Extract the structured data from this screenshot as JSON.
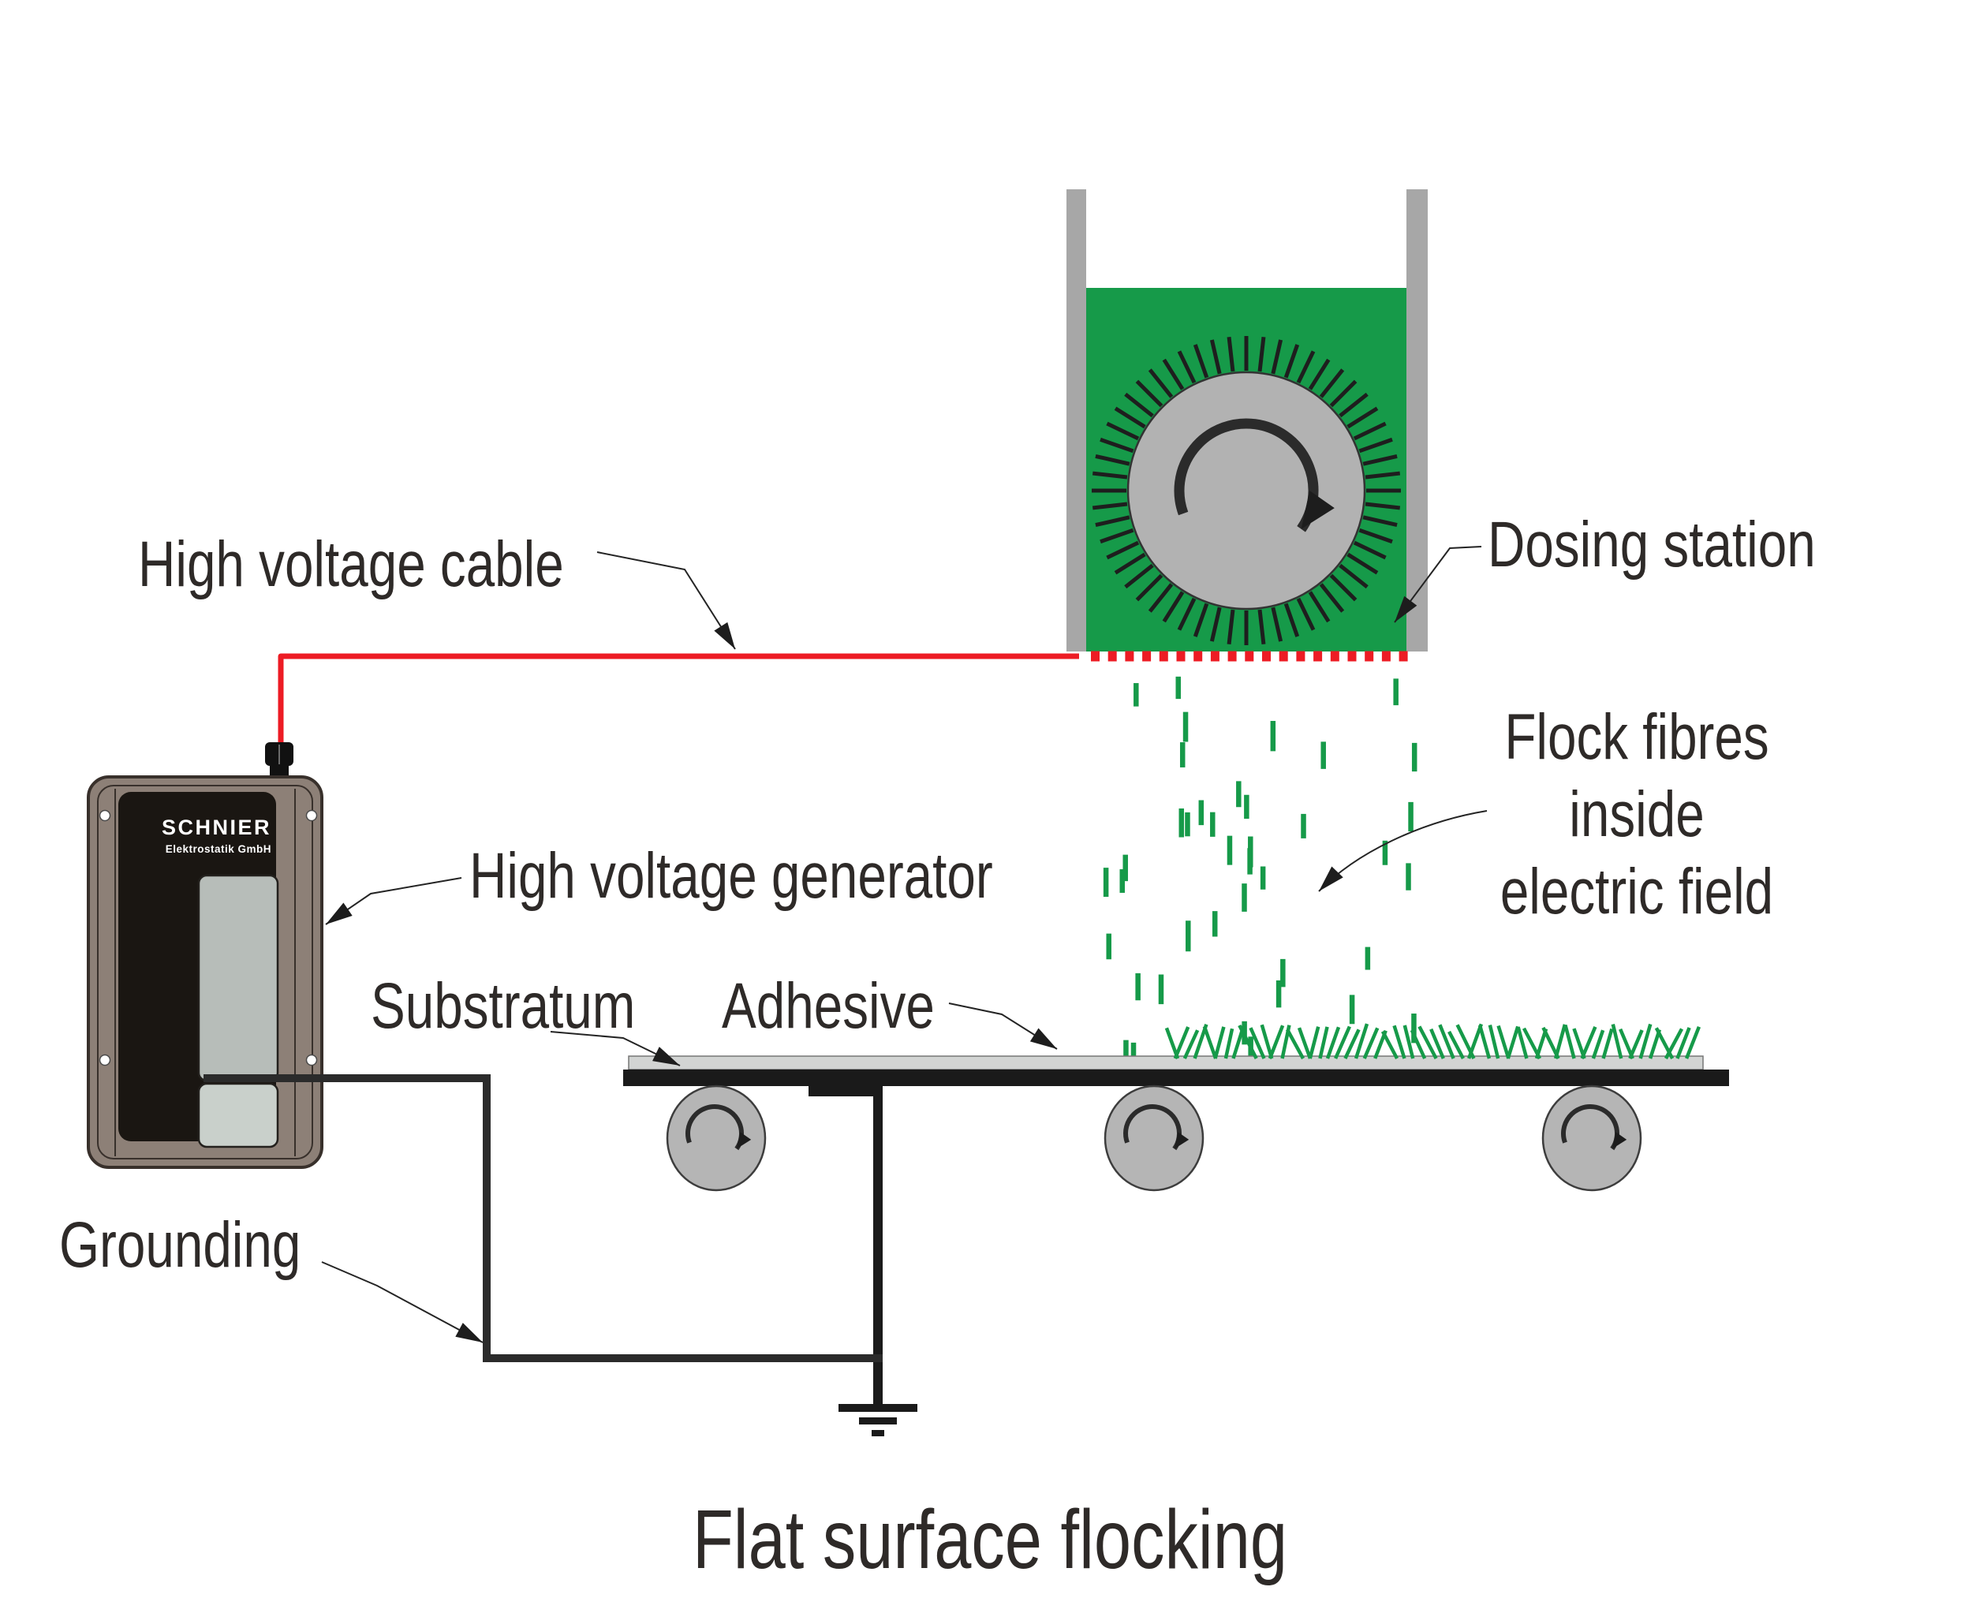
{
  "title": "Flat surface flocking",
  "labels": {
    "high_voltage_cable": "High voltage cable",
    "dosing_station": "Dosing station",
    "flock_fibres_line1": "Flock fibres",
    "flock_fibres_line2": "inside",
    "flock_fibres_line3": "electric field",
    "high_voltage_generator": "High voltage generator",
    "substratum": "Substratum",
    "adhesive": "Adhesive",
    "grounding": "Grounding"
  },
  "device": {
    "brand": "SCHNIER",
    "brand_sub": "Elektrostatik GmbH"
  },
  "colors": {
    "flock_green": "#169a49",
    "cable_red": "#ed1c24",
    "metal_gray": "#a7a7a7",
    "drum_gray": "#b2b2b2",
    "belt_black": "#1a1a1a",
    "wire_black": "#2b2b2b",
    "generator_body": "#8d8077",
    "generator_panel_black": "#1a1612",
    "generator_panel_gray_top": "#b7bdb9",
    "generator_panel_gray_bottom": "#c9d0cb",
    "label_ink": "#2e2a28"
  }
}
